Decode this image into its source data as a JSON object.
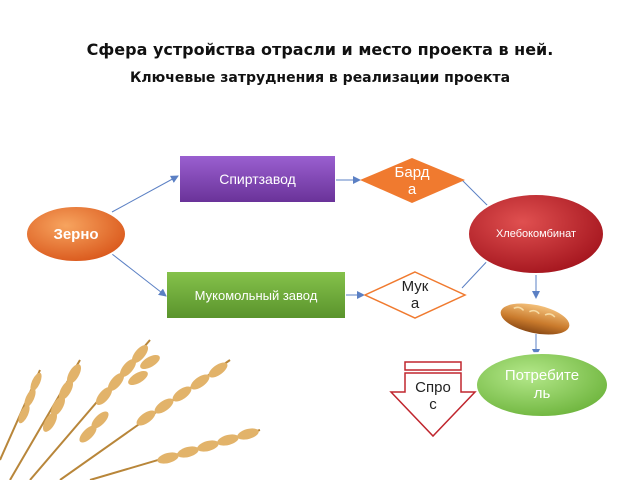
{
  "header": {
    "title": "Сфера устройства отрасли и место проекта в ней.",
    "subtitle": "Ключевые затруднения в реализации проекта"
  },
  "nodes": {
    "grain": "Зерно",
    "distillery": "Спиртзавод",
    "flour_mill": "Мукомольный завод",
    "bard_line1": "Бард",
    "bard_line2": "а",
    "flour_line1": "Мук",
    "flour_line2": "а",
    "bakery": "Хлебокомбинат",
    "consumer_line1": "Потребите",
    "consumer_line2": "ль",
    "demand_line1": "Спро",
    "demand_line2": "с"
  },
  "colors": {
    "grain": "#e8712a",
    "distillery": "#8046b8",
    "flour_mill": "#6fac3a",
    "diamond_fill": "#f07a2f",
    "bakery": "#c01f2a",
    "consumer": "#86cc4f",
    "arrows": "#5b80c4",
    "demand_stroke": "#c0262e"
  },
  "icons": {
    "bread": "bread-loaf-icon",
    "wheat": "wheat-ears-icon"
  }
}
